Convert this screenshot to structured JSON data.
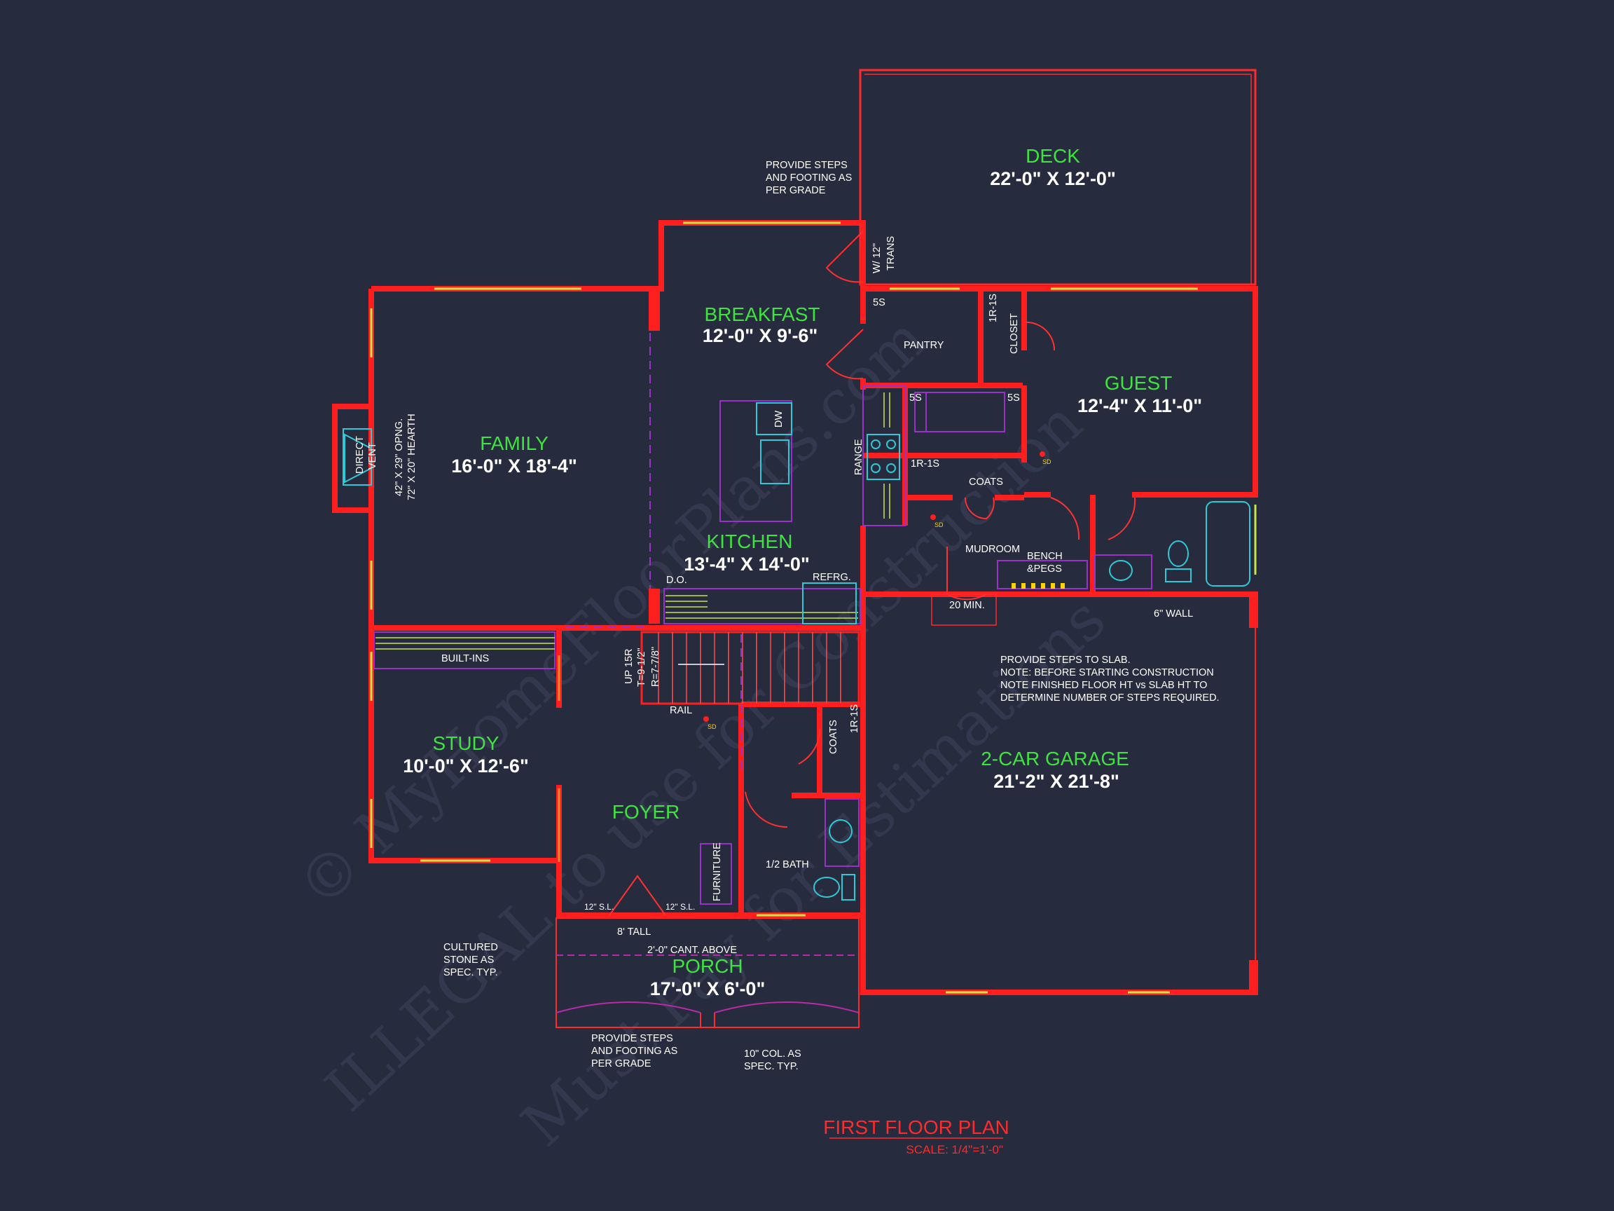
{
  "plan": {
    "title": "FIRST FLOOR PLAN",
    "scale": "SCALE: 1/4\"=1'-0\""
  },
  "watermark": {
    "line1": "© MyHomeFloorPlans.com",
    "line2": "ILLEGAL to use for Construction",
    "line3": "Must Pay for Estimations"
  },
  "rooms": {
    "deck": {
      "name": "DECK",
      "dims": "22'-0\" X 12'-0\""
    },
    "breakfast": {
      "name": "BREAKFAST",
      "dims": "12'-0\" X 9'-6\""
    },
    "family": {
      "name": "FAMILY",
      "dims": "16'-0\" X 18'-4\""
    },
    "kitchen": {
      "name": "KITCHEN",
      "dims": "13'-4\" X 14'-0\""
    },
    "guest": {
      "name": "GUEST",
      "dims": "12'-4\" X 11'-0\""
    },
    "study": {
      "name": "STUDY",
      "dims": "10'-0\" X 12'-6\""
    },
    "foyer": {
      "name": "FOYER"
    },
    "garage": {
      "name": "2-CAR GARAGE",
      "dims": "21'-2\" X 21'-8\""
    },
    "porch": {
      "name": "PORCH",
      "dims": "17'-0\" X 6'-0\""
    }
  },
  "notes": {
    "deck_steps": [
      "PROVIDE STEPS",
      "AND FOOTING AS",
      "PER GRADE"
    ],
    "trans": [
      "W/ 12\"",
      "TRANS"
    ],
    "slab": [
      "PROVIDE STEPS TO SLAB.",
      "NOTE: BEFORE STARTING CONSTRUCTION",
      "NOTE FINISHED FLOOR HT vs SLAB HT TO",
      "DETERMINE NUMBER OF STEPS REQUIRED."
    ],
    "cultured": [
      "CULTURED",
      "STONE AS",
      "SPEC. TYP."
    ],
    "porch_steps": [
      "PROVIDE STEPS",
      "AND FOOTING AS",
      "PER GRADE"
    ],
    "col": [
      "10\" COL. AS",
      "SPEC. TYP."
    ],
    "six_wall": "6\" WALL",
    "twenty_min": "20 MIN.",
    "cant": "2'-0\" CANT. ABOVE",
    "eight_tall": "8' TALL",
    "sl_left": "12\" S.L.",
    "sl_right": "12\" S.L."
  },
  "labels": {
    "pantry": "PANTRY",
    "closet": "CLOSET",
    "five_s_a": "5S",
    "five_s_b": "5S",
    "five_s_c": "5S",
    "one_r_a": "1R-1S",
    "one_r_b": "1R-1S",
    "one_r_c": "1R-1S",
    "coats_a": "COATS",
    "coats_b": "COATS",
    "mudroom": "MUDROOM",
    "bench": [
      "BENCH",
      "&PEGS"
    ],
    "range": "RANGE",
    "dw": "DW",
    "do": "D.O.",
    "refrg": "REFRG.",
    "built_ins": "BUILT-INS",
    "rail": "RAIL",
    "stair": [
      "UP 15R",
      "T=9-1/2\"",
      "R=7-7/8\""
    ],
    "furniture": "FURNITURE",
    "half_bath": "1/2 BATH",
    "direct_vent": [
      "DIRECT",
      "VENT"
    ],
    "hearth": [
      "42\" X 29\" OPNG.",
      "72\" X 20\" HEARTH"
    ],
    "sd": "SD"
  },
  "colors": {
    "background": "#272b3e",
    "wall": "#ff1f1f",
    "room_name": "#3fe33f",
    "window": "#c8e64a",
    "fixture": "#9b30c8",
    "appliance": "#2ec9d6"
  }
}
